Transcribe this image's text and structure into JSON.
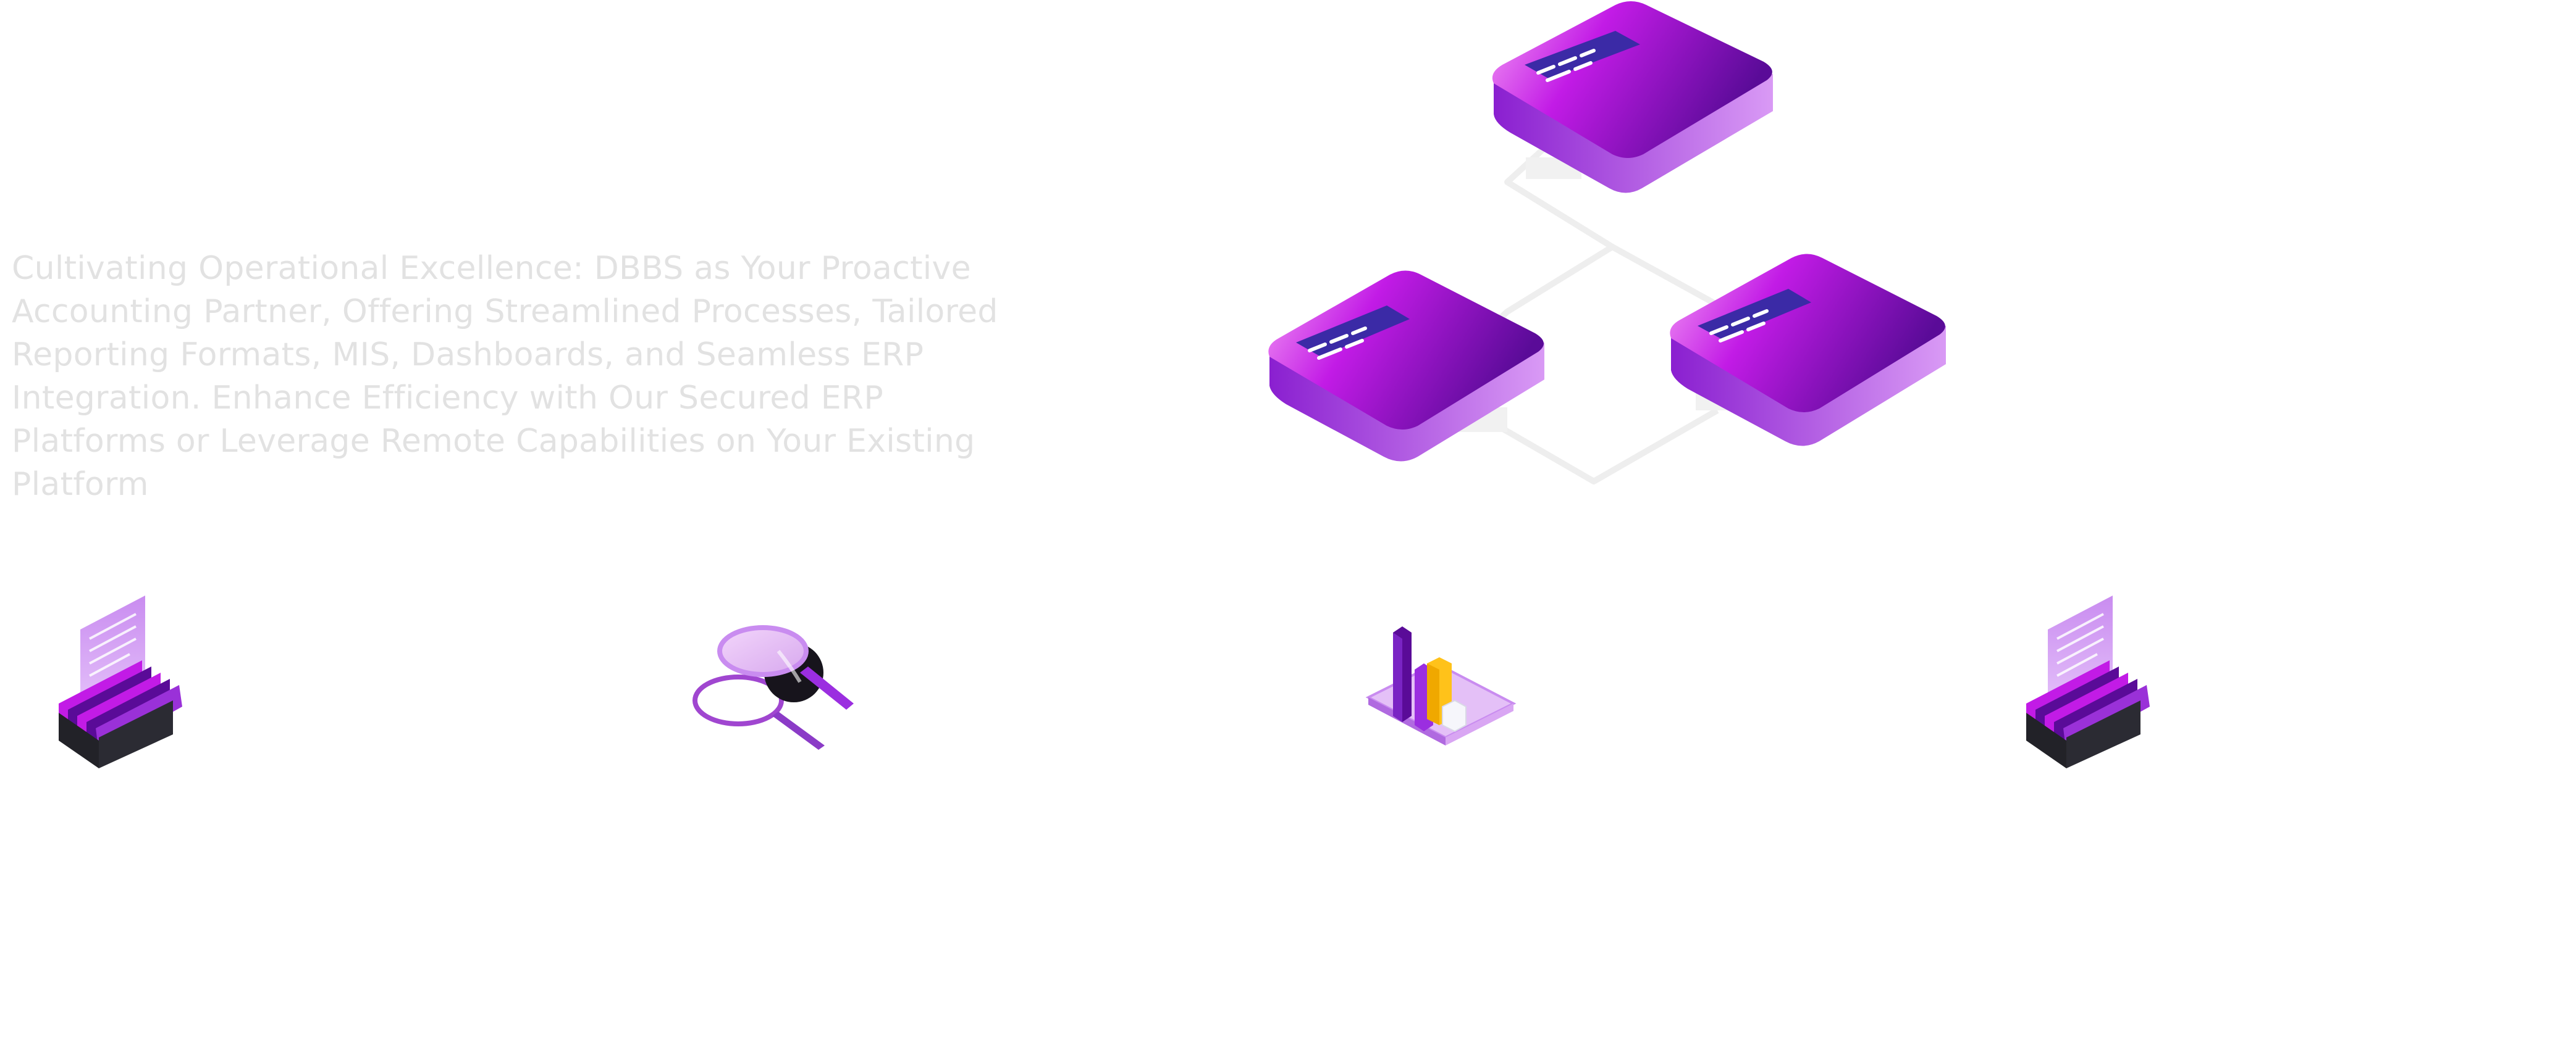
{
  "intro": {
    "text": "Cultivating Operational Excellence: DBBS as Your Proactive Accounting Partner, Offering Streamlined Processes, Tailored Reporting Formats, MIS, Dashboards, and Seamless ERP Integration. Enhance Efficiency with Our Secured ERP Platforms or Leverage Remote Capabilities on Your Existing Platform"
  },
  "colors": {
    "magenta": "#c21be6",
    "deep_purple": "#5a0b98",
    "light_purple": "#c98cf0",
    "screen_blue": "#3b2aa6",
    "connector_gray": "#eeeeee",
    "chart_yellow": "#ffc21a",
    "dark_base": "#2b2b33"
  },
  "illustration": {
    "nodes": [
      "server-node-top",
      "server-node-left",
      "server-node-right"
    ]
  },
  "icons": [
    "document-stack-icon",
    "magnifier-icon",
    "bar-chart-tablet-icon",
    "document-stack-icon"
  ]
}
